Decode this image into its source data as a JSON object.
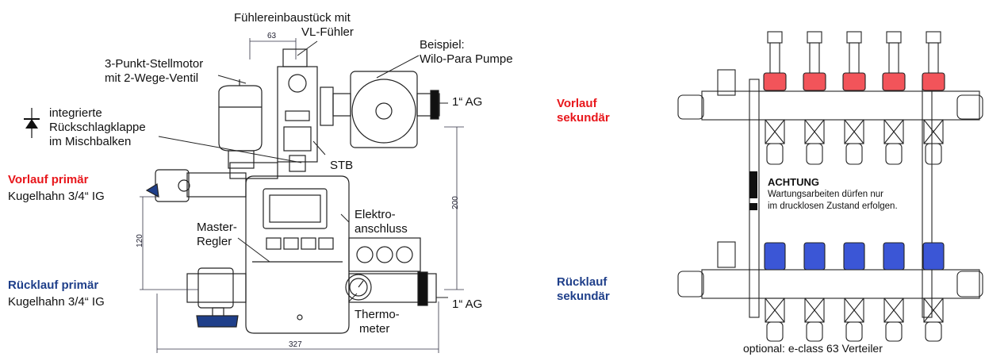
{
  "left_labels": {
    "sensor_fitting_line1": "Fühlereinbaustück mit",
    "sensor_fitting_line2": "VL-Fühler",
    "pump_line1": "Beispiel:",
    "pump_line2": "Wilo-Para Pumpe",
    "motor_line1": "3-Punkt-Stellmotor",
    "motor_line2": "mit 2-Wege-Ventil",
    "check_valve_line1": "integrierte",
    "check_valve_line2": "Rückschlagklappe",
    "check_valve_line3": "im Mischbalken",
    "flow_primary": "Vorlauf primär",
    "flow_primary_valve": "Kugelhahn 3/4“ IG",
    "return_primary": "Rücklauf primär",
    "return_primary_valve": "Kugelhahn 3/4“ IG",
    "stb": "STB",
    "electric_line1": "Elektro-",
    "electric_line2": "anschluss",
    "master_line1": "Master-",
    "master_line2": "Regler",
    "thermometer_line1": "Thermo-",
    "thermometer_line2": "meter",
    "ag_top": "1“ AG",
    "ag_bottom": "1“ AG"
  },
  "dimensions": {
    "d63": "63",
    "d200": "200",
    "d120": "120",
    "d327": "327"
  },
  "right_labels": {
    "flow_secondary_line1": "Vorlauf",
    "flow_secondary_line2": "sekundär",
    "return_secondary_line1": "Rücklauf",
    "return_secondary_line2": "sekundär",
    "warning_title": "ACHTUNG",
    "warning_line1": "Wartungsarbeiten  dürfen nur",
    "warning_line2": "im drucklosen Zustand  erfolgen.",
    "optional": "optional: e-class 63 Verteiler"
  },
  "colors": {
    "flow": "#e8161b",
    "return": "#1f3f8a",
    "flow_cap": "#f2545a",
    "return_cap": "#3b56d6"
  }
}
